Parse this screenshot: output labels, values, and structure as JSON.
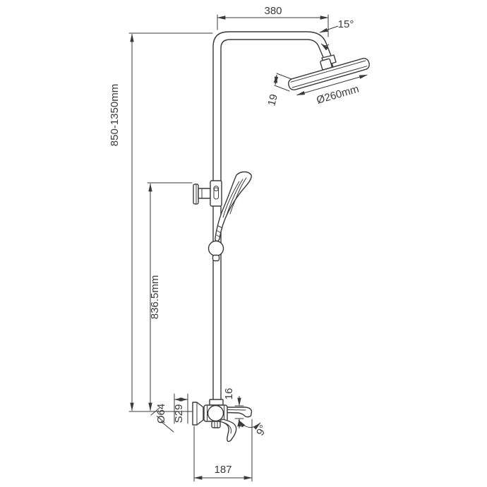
{
  "drawing": {
    "background_color": "#ffffff",
    "line_color": "#3a3a3a",
    "labels": {
      "arm_width": "380",
      "head_tilt_angle": "15°",
      "head_diameter": "Ø260mm",
      "head_thickness": "19",
      "overall_height": "850-1350mm",
      "slide_bar_height": "836.5mm",
      "escutcheon_diameter": "Ø64",
      "nut_size": "S29",
      "spout_drop": "16",
      "spout_tilt_angle": "9°",
      "spout_reach": "187"
    }
  }
}
